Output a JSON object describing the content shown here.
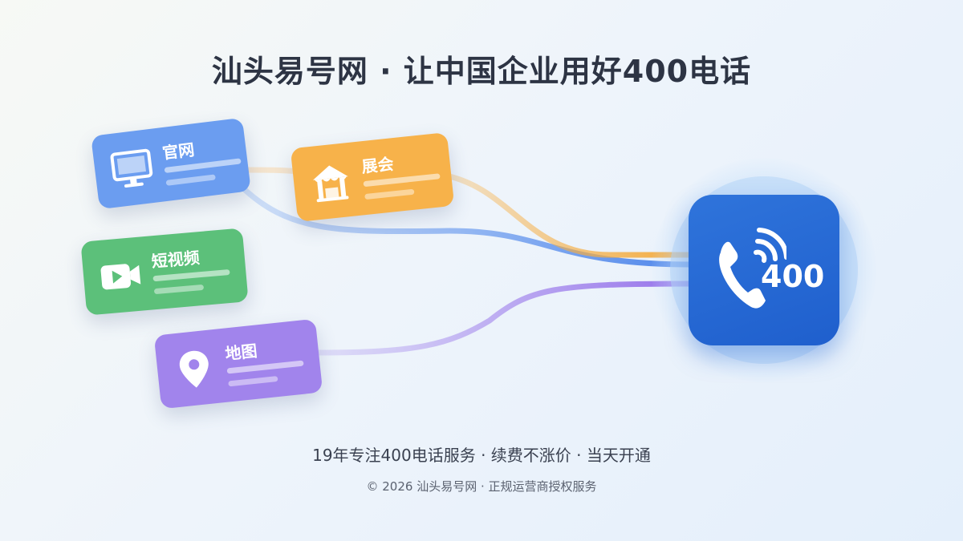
{
  "title": "汕头易号网 · 让中国企业用好400电话",
  "colors": {
    "website": "#6b9df0",
    "expo": "#f7b24a",
    "video": "#5cc07a",
    "map": "#a184ec",
    "phone_tile": "#2566d6",
    "title_text": "#2d3444"
  },
  "sources": [
    {
      "label": "官网",
      "icon": "monitor-icon"
    },
    {
      "label": "展会",
      "icon": "tent-icon"
    },
    {
      "label": "短视频",
      "icon": "video-camera-icon"
    },
    {
      "label": "地图",
      "icon": "map-pin-icon"
    }
  ],
  "phone": {
    "number": "400",
    "icon": "phone-signal-icon"
  },
  "subtitle": "19年专注400电话服务 · 续费不涨价 · 当天开通",
  "footer": "© 2026 汕头易号网 · 正规运营商授权服务"
}
